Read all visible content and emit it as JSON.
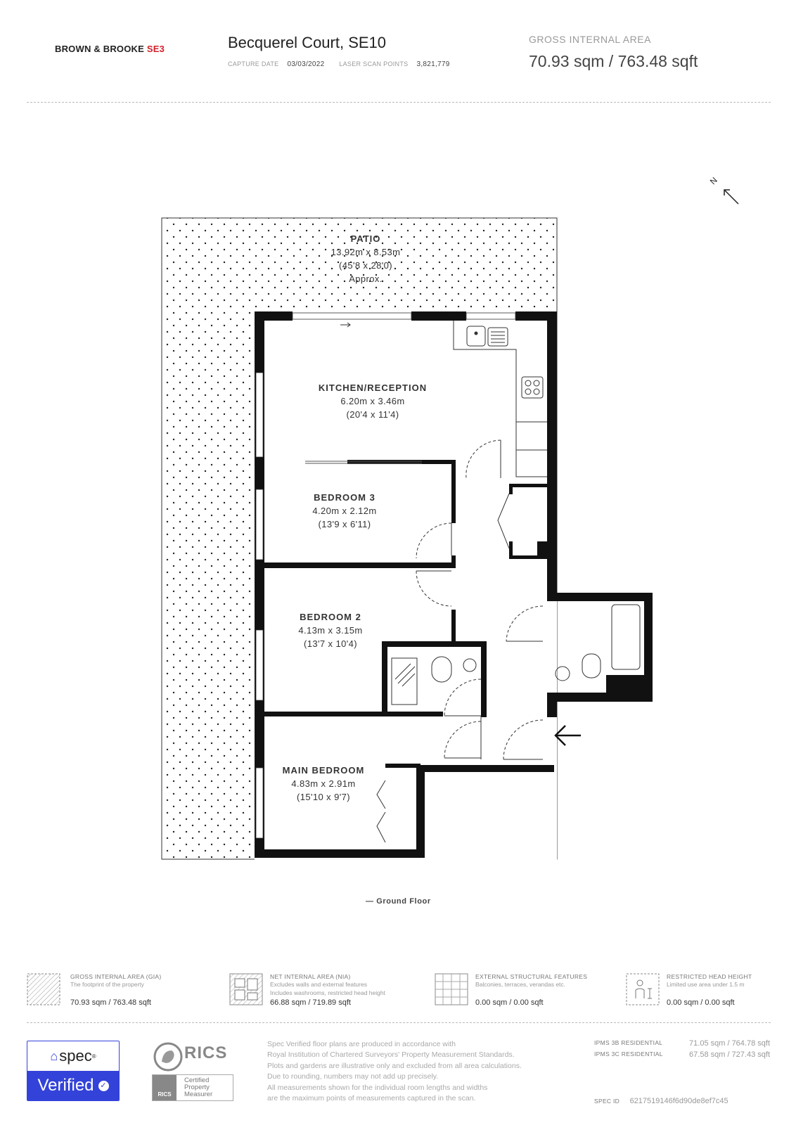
{
  "header": {
    "brand": "BROWN & BROOKE",
    "brand_accent": "SE3",
    "title": "Becquerel Court, SE10",
    "capture_date_label": "CAPTURE DATE",
    "capture_date": "03/03/2022",
    "scan_points_label": "LASER SCAN POINTS",
    "scan_points": "3,821,779",
    "gia_label": "GROSS INTERNAL AREA",
    "gia_value": "70.93 sqm / 763.48 sqft"
  },
  "plan": {
    "north_label": "N",
    "floor_label": "— Ground Floor",
    "rooms": {
      "patio": {
        "name": "PATIO",
        "dims": "13.92m x 8.53m",
        "imperial": "(45'8 x 28'0)",
        "note": "Approx."
      },
      "kitchen": {
        "name": "KITCHEN/RECEPTION",
        "dims": "6.20m x 3.46m",
        "imperial": "(20'4 x 11'4)"
      },
      "bedroom3": {
        "name": "BEDROOM 3",
        "dims": "4.20m x 2.12m",
        "imperial": "(13'9 x 6'11)"
      },
      "bedroom2": {
        "name": "BEDROOM 2",
        "dims": "4.13m x 3.15m",
        "imperial": "(13'7 x 10'4)"
      },
      "main": {
        "name": "MAIN BEDROOM",
        "dims": "4.83m x 2.91m",
        "imperial": "(15'10 x 9'7)"
      }
    }
  },
  "legend": [
    {
      "title": "GROSS INTERNAL AREA (GIA)",
      "desc": [
        "The footprint of the property"
      ],
      "value": "70.93 sqm / 763.48 sqft",
      "icon": "gia-hatch-icon"
    },
    {
      "title": "NET INTERNAL AREA (NIA)",
      "desc": [
        "Excludes walls and external features",
        "Includes washrooms, restricted head height"
      ],
      "value": "66.88 sqm / 719.89 sqft",
      "icon": "nia-plan-icon"
    },
    {
      "title": "EXTERNAL STRUCTURAL FEATURES",
      "desc": [
        "Balconies, terraces, verandas etc."
      ],
      "value": "0.00 sqm / 0.00 sqft",
      "icon": "grid-icon"
    },
    {
      "title": "RESTRICTED HEAD HEIGHT",
      "desc": [
        "Limited use area under 1.5 m"
      ],
      "value": "0.00 sqm / 0.00 sqft",
      "icon": "person-height-icon"
    }
  ],
  "footer": {
    "spec_name": "spec",
    "spec_verified": "Verified",
    "rics_name": "RICS",
    "rics_small": "RICS",
    "rics_cert": [
      "Certified",
      "Property",
      "Measurer"
    ],
    "disclaimer": [
      "Spec Verified floor plans are produced in accordance with",
      "Royal Institution of Chartered Surveyors' Property Measurement Standards.",
      "Plots and gardens are illustrative only and excluded from all area calculations.",
      "Due to rounding, numbers may not add up precisely.",
      "All measurements shown for the individual room lengths and widths",
      "are the maximum points of measurements captured in the scan."
    ],
    "ipms": [
      {
        "label": "IPMS 3B RESIDENTIAL",
        "value": "71.05 sqm / 764.78 sqft"
      },
      {
        "label": "IPMS 3C RESIDENTIAL",
        "value": "67.58 sqm / 727.43 sqft"
      }
    ],
    "spec_id_label": "SPEC ID",
    "spec_id": "6217519146f6d90de8ef7c45"
  },
  "colors": {
    "brand_accent": "#d4202a",
    "spec_blue": "#3343d9",
    "wall": "#111111"
  }
}
